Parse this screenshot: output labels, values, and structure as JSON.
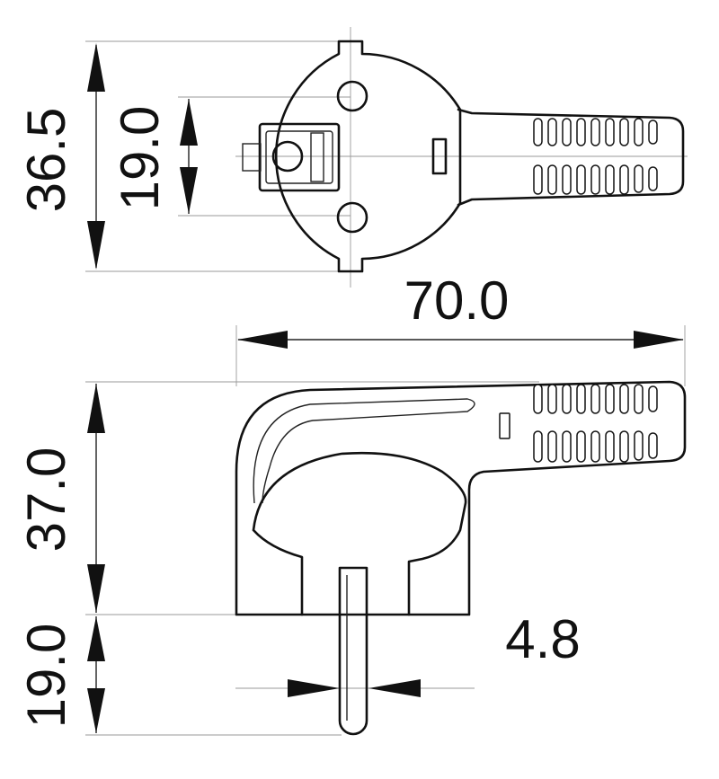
{
  "dimensions": {
    "top_outer_height": "36.5",
    "top_inner_height": "19.0",
    "total_length": "70.0",
    "side_body_height": "37.0",
    "pin_length": "19.0",
    "pin_diameter": "4.8"
  }
}
